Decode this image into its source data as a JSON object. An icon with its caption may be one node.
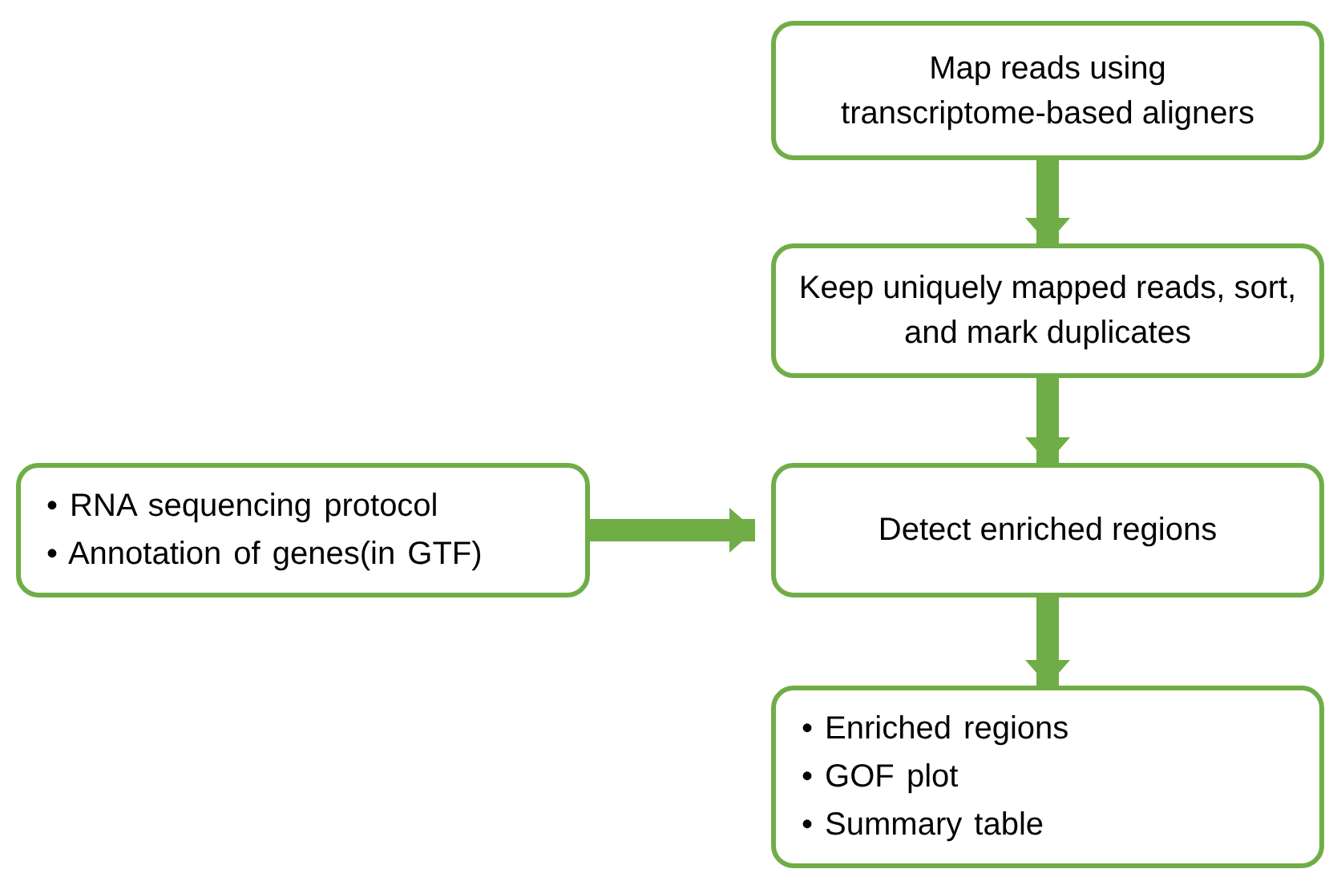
{
  "diagram": {
    "nodes": [
      {
        "text": [
          "Map reads using transcriptome-based aligners"
        ]
      },
      {
        "text": [
          "Keep uniquely mapped reads, sort, and mark duplicates"
        ]
      },
      {
        "text": [
          "• RNA sequencing protocol",
          "• Annotation of genes(in GTF)"
        ]
      },
      {
        "text": [
          "Detect enriched regions"
        ]
      },
      {
        "text": [
          "• Enriched regions",
          "• GOF plot",
          "• Summary table"
        ]
      }
    ],
    "edges": [
      {
        "from": 0,
        "to": 1,
        "arrow": "to"
      },
      {
        "from": 1,
        "to": 3,
        "arrow": "to"
      },
      {
        "from": 2,
        "to": 3,
        "arrow": "to"
      },
      {
        "from": 3,
        "to": 4,
        "arrow": "to"
      }
    ]
  }
}
